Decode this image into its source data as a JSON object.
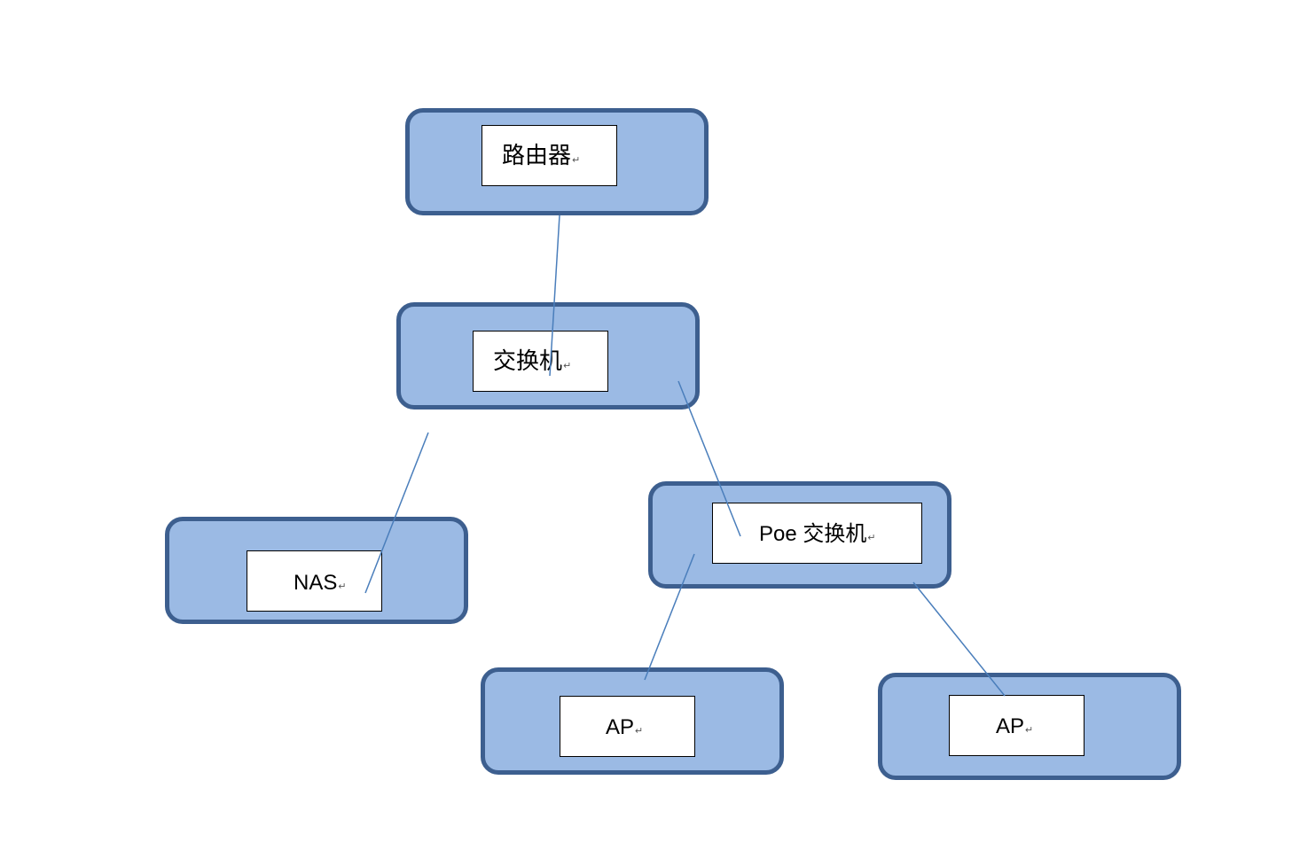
{
  "colors": {
    "node_fill": "#9bbae4",
    "node_border": "#3d5f8f",
    "link": "#4a7ebb",
    "label_fill": "#ffffff",
    "label_border": "#000000"
  },
  "paragraph_mark": "↵",
  "nodes": {
    "router": {
      "label": "路由器"
    },
    "switch": {
      "label": "交换机"
    },
    "nas": {
      "label": "NAS"
    },
    "poe_switch": {
      "label": "Poe 交换机"
    },
    "ap_left": {
      "label": "AP"
    },
    "ap_right": {
      "label": "AP"
    }
  }
}
